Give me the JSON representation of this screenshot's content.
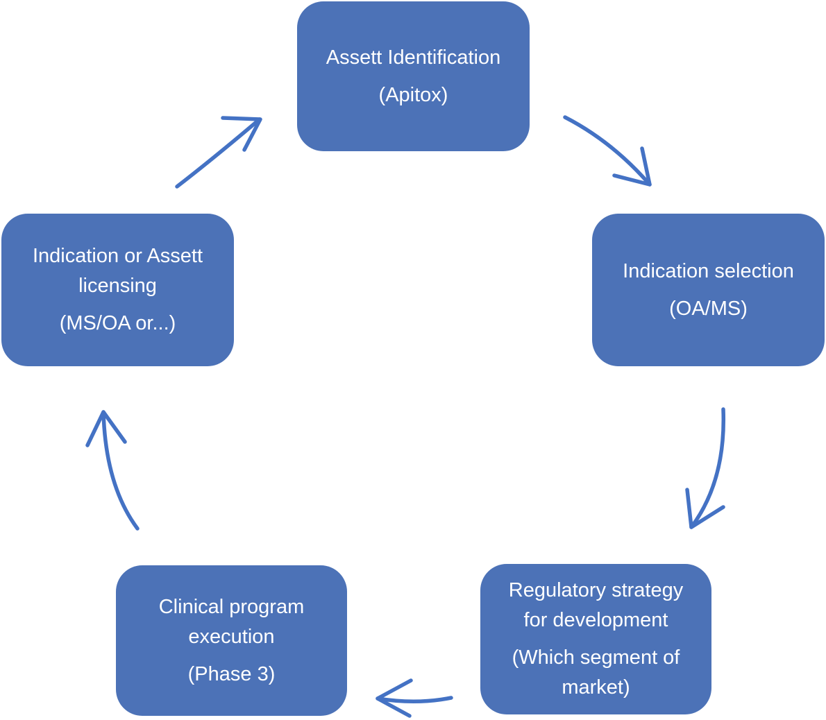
{
  "diagram": {
    "type": "cycle",
    "colors": {
      "node_fill": "#4c72b7",
      "node_text": "#ffffff",
      "arrow": "#4472c4",
      "background": "#ffffff"
    },
    "nodes": [
      {
        "id": "asset-identification",
        "title": "Assett Identification",
        "subtitle": "(Apitox)"
      },
      {
        "id": "indication-selection",
        "title": "Indication selection",
        "subtitle": "(OA/MS)"
      },
      {
        "id": "regulatory-strategy",
        "title": "Regulatory strategy for development",
        "subtitle": "(Which segment of market)"
      },
      {
        "id": "clinical-program-execution",
        "title": "Clinical program execution",
        "subtitle": "(Phase 3)"
      },
      {
        "id": "indication-or-asset-licensing",
        "title": "Indication or Assett licensing",
        "subtitle": "(MS/OA or...)"
      }
    ],
    "arrows": [
      {
        "from": "indication-or-asset-licensing",
        "to": "asset-identification"
      },
      {
        "from": "asset-identification",
        "to": "indication-selection"
      },
      {
        "from": "indication-selection",
        "to": "regulatory-strategy"
      },
      {
        "from": "regulatory-strategy",
        "to": "clinical-program-execution"
      },
      {
        "from": "clinical-program-execution",
        "to": "indication-or-asset-licensing"
      }
    ]
  }
}
